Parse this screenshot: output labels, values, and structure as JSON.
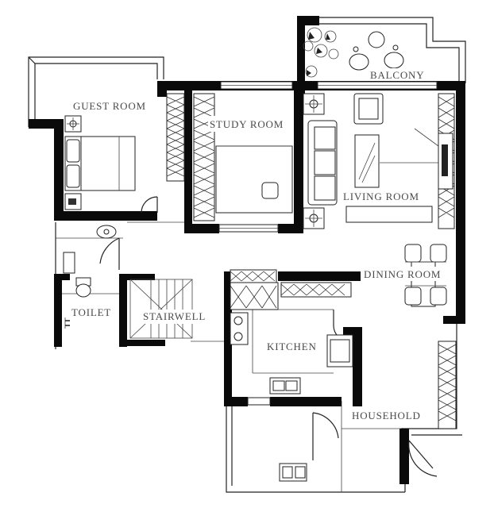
{
  "rooms": {
    "guest_room": "GUEST ROOM",
    "study_room": "STUDY ROOM",
    "balcony": "BALCONY",
    "living_room": "LIVING ROOM",
    "dining_room": "DINING ROOM",
    "toilet": "TOILET",
    "stairwell": "STAIRWELL",
    "kitchen": "KITCHEN",
    "household": "HOUSEHOLD"
  }
}
